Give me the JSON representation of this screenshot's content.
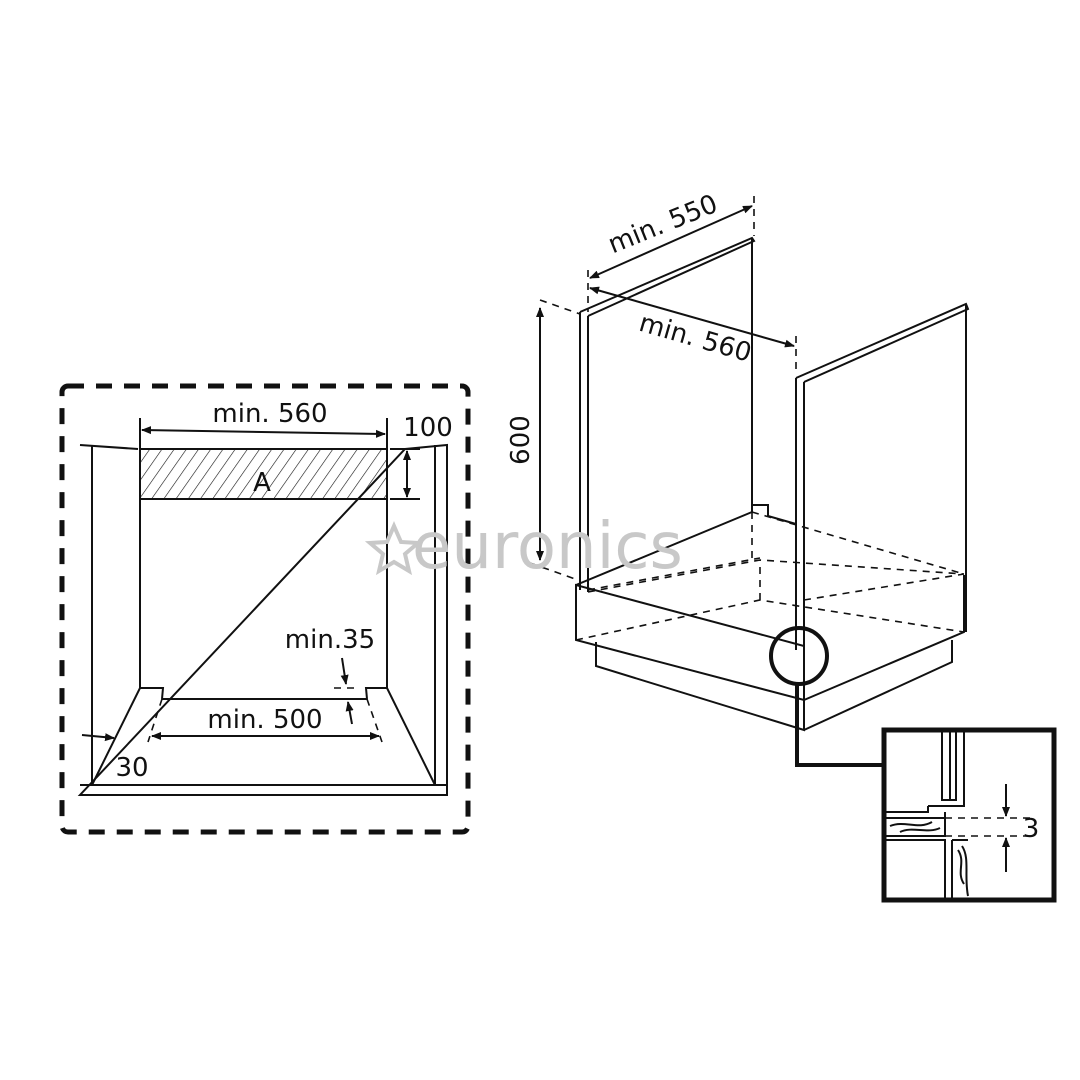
{
  "left_view": {
    "width_label": "min. 560",
    "height_label": "100",
    "area_label": "A",
    "gap_label": "min.35",
    "bottom_label": "min. 500",
    "side_label": "30"
  },
  "right_view": {
    "depth_label": "min. 550",
    "width_label": "min. 560",
    "height_label": "600",
    "detail_label": "3"
  },
  "watermark": {
    "text": "euronics",
    "icon": "star-icon"
  }
}
